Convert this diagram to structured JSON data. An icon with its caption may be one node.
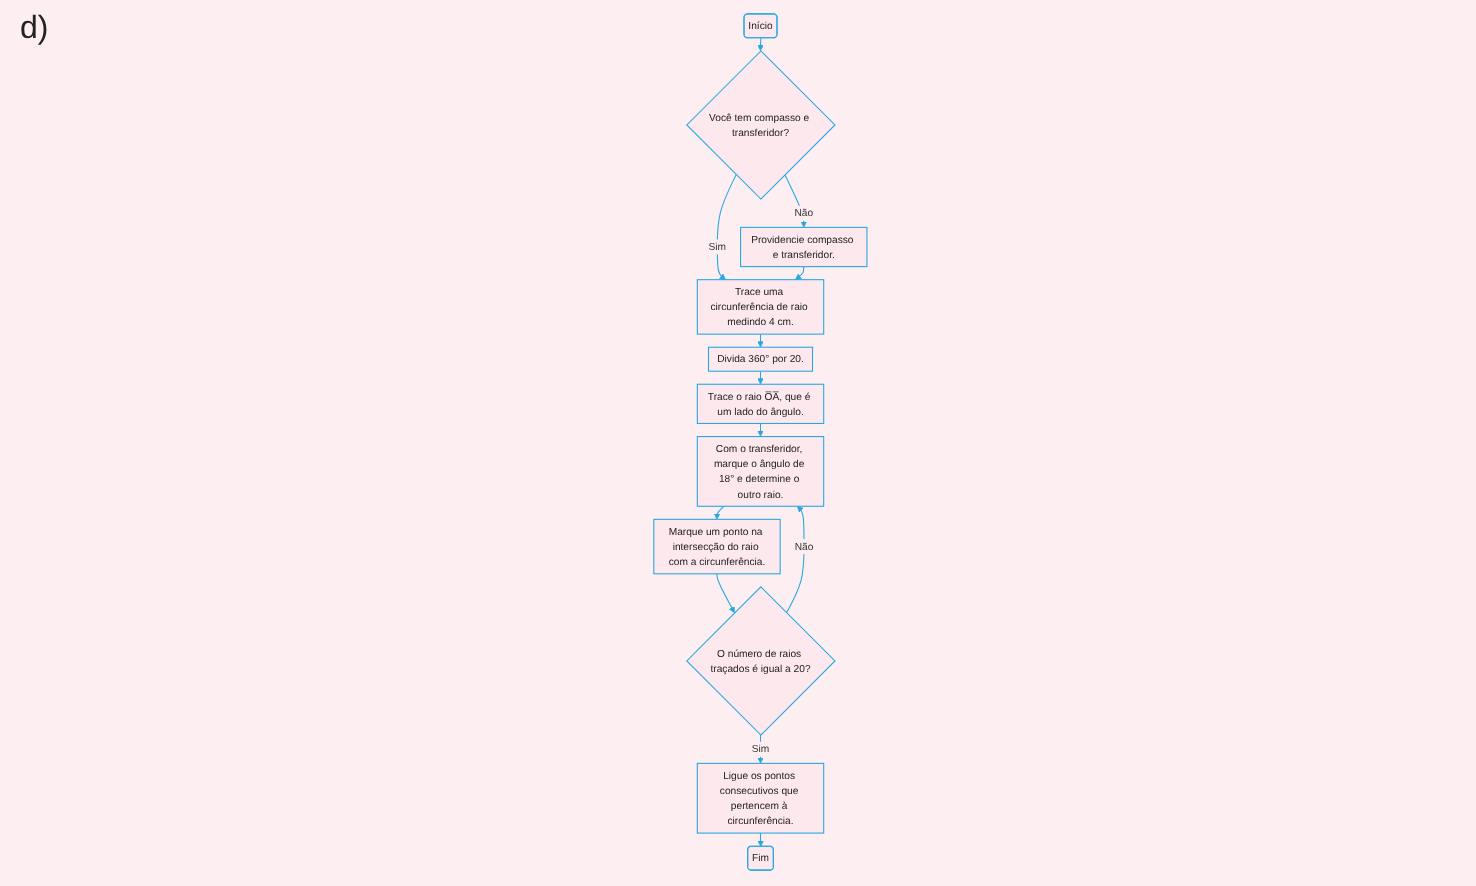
{
  "diagram": {
    "nodes": [
      {
        "text": [
          "Início"
        ]
      },
      {
        "text": [
          "Você tem compasso e transferidor?"
        ]
      },
      {
        "text": [
          "Trace uma circunferência de raio medindo 4 cm."
        ]
      },
      {
        "text": [
          "Divida 360° por 20."
        ]
      },
      {
        "text": [
          "Providencie compasso e transferidor."
        ]
      },
      {
        "text": [
          "Trace o raio O̅A̅, que é um lado do ângulo."
        ]
      },
      {
        "text": [
          "Com o transferidor, marque o ângulo de 18° e determine o outro raio."
        ]
      },
      {
        "text": [
          "Marque um ponto na intersecção do raio com a circunferência."
        ]
      },
      {
        "text": [
          "O número de raios traçados é igual a 20?"
        ]
      },
      {
        "text": [
          "Ligue os pontos consecutivos que pertencem à circunferência."
        ]
      },
      {
        "text": [
          "Fim"
        ]
      }
    ],
    "edges": [
      {
        "from": 0,
        "to": 1,
        "arrow": "to"
      },
      {
        "from": 1,
        "to": 2,
        "arrow": "to",
        "label": "Sim"
      },
      {
        "from": 1,
        "to": 4,
        "arrow": "to",
        "label": "Não"
      },
      {
        "from": 4,
        "to": 2,
        "arrow": "to"
      },
      {
        "from": 2,
        "to": 3,
        "arrow": "to"
      },
      {
        "from": 3,
        "to": 5,
        "arrow": "to"
      },
      {
        "from": 5,
        "to": 6,
        "arrow": "to"
      },
      {
        "from": 6,
        "to": 7,
        "arrow": "to"
      },
      {
        "from": 7,
        "to": 8,
        "arrow": "to"
      },
      {
        "from": 8,
        "to": 6,
        "arrow": "to",
        "label": "Não"
      },
      {
        "from": 8,
        "to": 9,
        "arrow": "to",
        "label": "Sim"
      },
      {
        "from": 9,
        "to": 10,
        "arrow": "to"
      }
    ],
    "labels": [
      "d)"
    ]
  }
}
